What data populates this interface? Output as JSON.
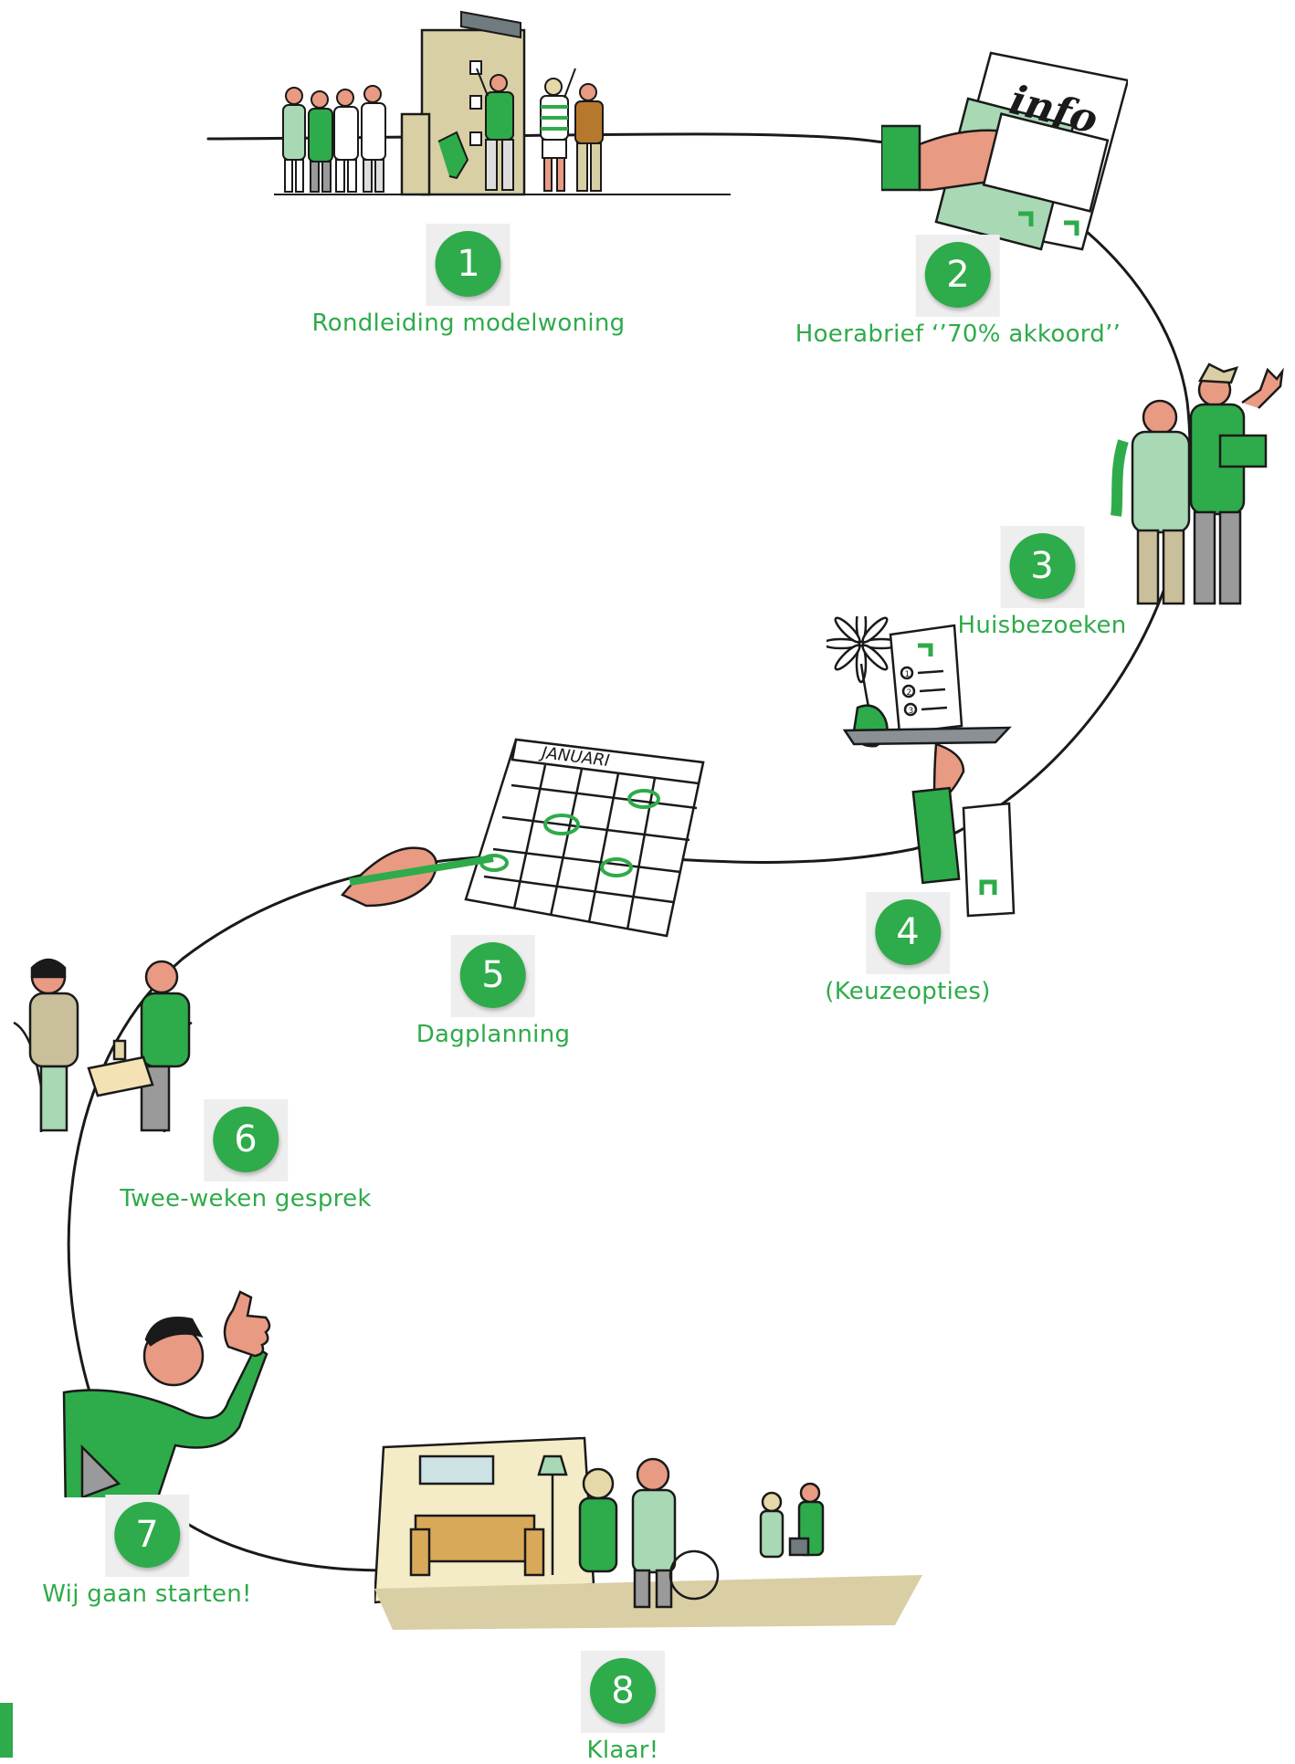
{
  "colors": {
    "accent": "#2eab4a",
    "accent_dark": "#1f8a36",
    "label": "#2eab4a",
    "line": "#1a1a1a",
    "skin": "#e89a82",
    "beige": "#d9ceA4",
    "light_green": "#a9d8b4",
    "grey": "#9a9a9a"
  },
  "steps": [
    {
      "number": "1",
      "label": "Rondleiding modelwoning",
      "icon": "tour-model-home-icon"
    },
    {
      "number": "2",
      "label": "Hoerabrief ‘’70% akkoord’’",
      "icon": "info-letter-icon"
    },
    {
      "number": "3",
      "label": "Huisbezoeken",
      "icon": "home-visit-icon"
    },
    {
      "number": "4",
      "label": "(Keuzeopties)",
      "icon": "options-tray-icon"
    },
    {
      "number": "5",
      "label": "Dagplanning",
      "icon": "calendar-icon"
    },
    {
      "number": "6",
      "label": "Twee-weken gesprek",
      "icon": "conversation-icon"
    },
    {
      "number": "7",
      "label": "Wij gaan starten!",
      "icon": "thumbs-up-icon"
    },
    {
      "number": "8",
      "label": "Klaar!",
      "icon": "celebration-icon"
    }
  ],
  "illustrations": {
    "letter_word": "info",
    "calendar_month": "JANUARI",
    "menu_items": [
      "1",
      "2",
      "3"
    ]
  }
}
